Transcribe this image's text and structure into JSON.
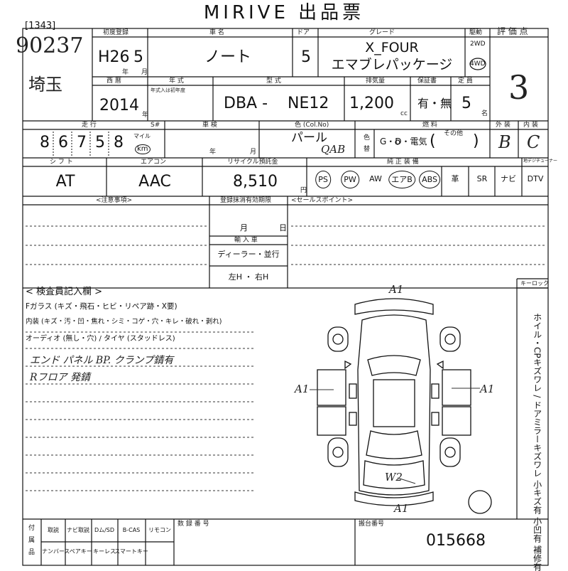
{
  "header": {
    "title": "MIRIVE 出品票",
    "lot_code": "[1343]",
    "lot_number": "90237",
    "region": "埼玉"
  },
  "labels": {
    "first_reg": "初度登録",
    "car_name": "車 名",
    "doors": "ドア",
    "grade": "グレード",
    "drive": "駆動",
    "rating": "評 価 点",
    "seireki": "西 暦",
    "year_model": "年 式",
    "year_note": "年式入は初年度",
    "type": "型 式",
    "displacement": "排気量",
    "warranty": "保証書",
    "capacity": "定 員",
    "mileage": "走 行",
    "shaken": "車 検",
    "color": "色 (Col.No)",
    "fuel": "燃 料",
    "exterior": "外 装",
    "interior": "内 装",
    "shift": "シ フ ト",
    "aircon": "エアコン",
    "recycle": "リサイクル預託金",
    "equipment": "純 正 装 備",
    "tuner": "地デジチューナー",
    "notes": "<注意事項>",
    "reg_expiry": "登録抹消有効期限",
    "import": "輸 入 車",
    "sales_point": "<セールスポイント>",
    "inspector": "< 検査員記入欄 >",
    "keylock": "キーロック",
    "lot_no_label": "数 録 番 号",
    "seat_no_label": "搬台番号",
    "unit_year": "年",
    "unit_month": "月",
    "unit_day": "日",
    "unit_cc": "cc",
    "unit_yen": "円",
    "unit_persons": "名",
    "unit_mile": "マイル",
    "unit_km": "km",
    "sno": "S#",
    "pattern": "色\n替",
    "other": "その他"
  },
  "vehicle": {
    "first_reg_era": "H26",
    "first_reg_month": "5",
    "car_name": "ノート",
    "doors": "5",
    "grade_line1": "X_FOUR",
    "grade_line2": "エマブレパッケージ",
    "drive_2wd": "2WD",
    "drive_4wd": "4WD",
    "rating": "3",
    "year": "2014",
    "type_prefix": "DBA -",
    "type_code": "NE12",
    "displacement": "1,200",
    "warranty": "有・無",
    "capacity": "5",
    "mileage_digits": [
      "8",
      "6",
      "7",
      "5",
      "8"
    ],
    "color_name": "パール",
    "color_code": "QAB",
    "fuel": "G・D・電気",
    "fuel_paren_open": "(",
    "fuel_paren_close": ")",
    "exterior_grade": "B",
    "interior_grade": "C",
    "shift": "AT",
    "aircon": "AAC",
    "recycle": "8,510",
    "equipment": [
      "PS",
      "PW",
      "AW",
      "エアB",
      "ABS",
      "革",
      "SR",
      "ナビ",
      "DTV"
    ],
    "equipment_circled": [
      "PS",
      "PW",
      "エアB",
      "ABS"
    ]
  },
  "middle": {
    "reg_month": "月",
    "reg_day": "日",
    "dealer": "ディーラー・並行",
    "steering": "左H ・ 右H"
  },
  "inspection": {
    "glass": "Fガラス (キズ・飛石・ヒビ・リペア跡・X要)",
    "interior": "内装 (キズ・汚・凹・焦れ・シミ・コゲ・穴・キレ・破れ・剥れ)",
    "audio": "オーディオ (無し・穴) / タイヤ (スタッドレス)",
    "handwritten_1": "エンド パネル BP. クランプ錆有",
    "handwritten_2": "Rフロア 発錆",
    "side_notes": "ホイル・CPキズワレ / ドアミラーキズワレ 小キズ有 小凹有 補修有"
  },
  "diagram": {
    "marks": [
      "A1",
      "A1",
      "A1",
      "W2",
      "A1"
    ]
  },
  "footer": {
    "row1": [
      "取説",
      "ナビ取説",
      "Dム/SD",
      "B-CAS",
      "リモコン"
    ],
    "row2": [
      "ナンバー",
      "スペアキー",
      "キーレス",
      "スマートキー"
    ],
    "side_label": "付\n属\n品",
    "seat_number": "015668"
  }
}
